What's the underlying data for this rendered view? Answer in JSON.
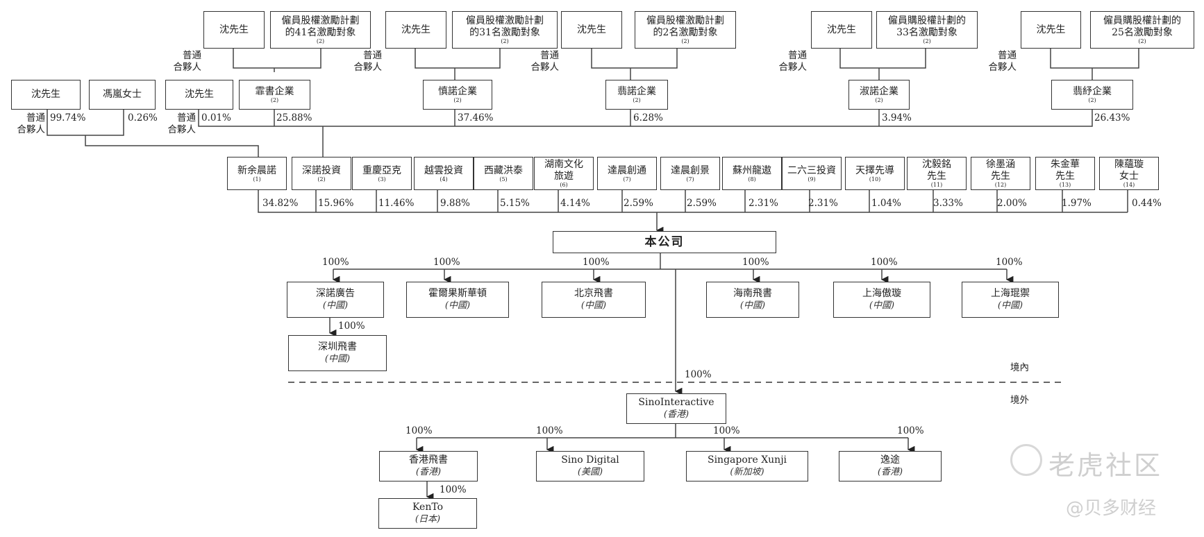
{
  "gp_label": "普通\n合夥人",
  "top_groups": [
    {
      "gp": "沈先生",
      "plan": "僱員股權激勵計劃\n的41名激勵對象",
      "note": "(2)",
      "entity": "霏書企業",
      "entity_note": "(2)",
      "pct": "25.88%"
    },
    {
      "gp": "沈先生",
      "plan": "僱員股權激勵計劃\n的31名激勵對象",
      "note": "(2)",
      "entity": "慎諾企業",
      "entity_note": "(2)",
      "pct": "37.46%"
    },
    {
      "gp": "沈先生",
      "plan": "僱員股權激勵計劃\n的2名激勵對象",
      "note": "(2)",
      "entity": "翡諾企業",
      "entity_note": "(2)",
      "pct": "6.28%"
    },
    {
      "gp": "沈先生",
      "plan": "僱員購股權計劃的\n33名激勵對象",
      "note": "(2)",
      "entity": "淑諾企業",
      "entity_note": "(2)",
      "pct": "3.94%"
    },
    {
      "gp": "沈先生",
      "plan": "僱員購股權計劃的\n25名激勵對象",
      "note": "(2)",
      "entity": "翡紓企業",
      "entity_note": "(2)",
      "pct": "26.43%"
    }
  ],
  "left_holders": [
    {
      "name": "沈先生",
      "pct": "99.74%"
    },
    {
      "name": "馮嵐女士",
      "pct": "0.26%"
    },
    {
      "name": "沈先生",
      "pct": "0.01%"
    }
  ],
  "shareholders": [
    {
      "name": "新余晨諾",
      "note": "(1)",
      "pct": "34.82%"
    },
    {
      "name": "深諾投資",
      "note": "(2)",
      "pct": "15.96%"
    },
    {
      "name": "重慶亞克",
      "note": "(3)",
      "pct": "11.46%"
    },
    {
      "name": "越雲投資",
      "note": "(4)",
      "pct": "9.88%"
    },
    {
      "name": "西藏洪泰",
      "note": "(5)",
      "pct": "5.15%"
    },
    {
      "name": "湖南文化\n旅遊",
      "note": "(6)",
      "pct": "4.14%"
    },
    {
      "name": "達晨創通",
      "note": "(7)",
      "pct": "2.59%"
    },
    {
      "name": "達晨創景",
      "note": "(7)",
      "pct": "2.59%"
    },
    {
      "name": "蘇州龍遨",
      "note": "(8)",
      "pct": "2.31%"
    },
    {
      "name": "二六三投資",
      "note": "(9)",
      "pct": "2.31%"
    },
    {
      "name": "天擇先導",
      "note": "(10)",
      "pct": "1.04%"
    },
    {
      "name": "沈毅銘\n先生",
      "note": "(11)",
      "pct": "3.33%"
    },
    {
      "name": "徐墨涵\n先生",
      "note": "(12)",
      "pct": "2.00%"
    },
    {
      "name": "朱金華\n先生",
      "note": "(13)",
      "pct": "1.97%"
    },
    {
      "name": "陳蘊璇\n女士",
      "note": "(14)",
      "pct": "0.44%"
    }
  ],
  "company": "本公司",
  "domestic_subs": [
    {
      "name": "深諾廣告",
      "region": "(中國)",
      "pct": "100%"
    },
    {
      "name": "霍爾果斯華頓",
      "region": "(中國)",
      "pct": "100%"
    },
    {
      "name": "北京飛書",
      "region": "(中國)",
      "pct": "100%"
    },
    {
      "name": "海南飛書",
      "region": "(中國)",
      "pct": "100%"
    },
    {
      "name": "上海傲璇",
      "region": "(中國)",
      "pct": "100%"
    },
    {
      "name": "上海琨禦",
      "region": "(中國)",
      "pct": "100%"
    }
  ],
  "sub_of_shennuo": {
    "name": "深圳飛書",
    "region": "(中國)",
    "pct": "100%"
  },
  "domestic_label": "境內",
  "overseas_label": "境外",
  "hk_holding": {
    "name": "SinoInteractive",
    "region": "(香港)",
    "pct": "100%"
  },
  "overseas_subs": [
    {
      "name": "香港飛書",
      "region": "(香港)",
      "pct": "100%"
    },
    {
      "name": "Sino Digital",
      "region": "(美國)",
      "pct": "100%"
    },
    {
      "name": "Singapore Xunji",
      "region": "(新加坡)",
      "pct": "100%"
    },
    {
      "name": "逸途",
      "region": "(香港)",
      "pct": "100%"
    }
  ],
  "sub_of_hk": {
    "name": "KenTo",
    "region": "(日本)",
    "pct": "100%"
  },
  "watermark": {
    "brand": "老虎社区",
    "handle": "@贝多财经"
  }
}
